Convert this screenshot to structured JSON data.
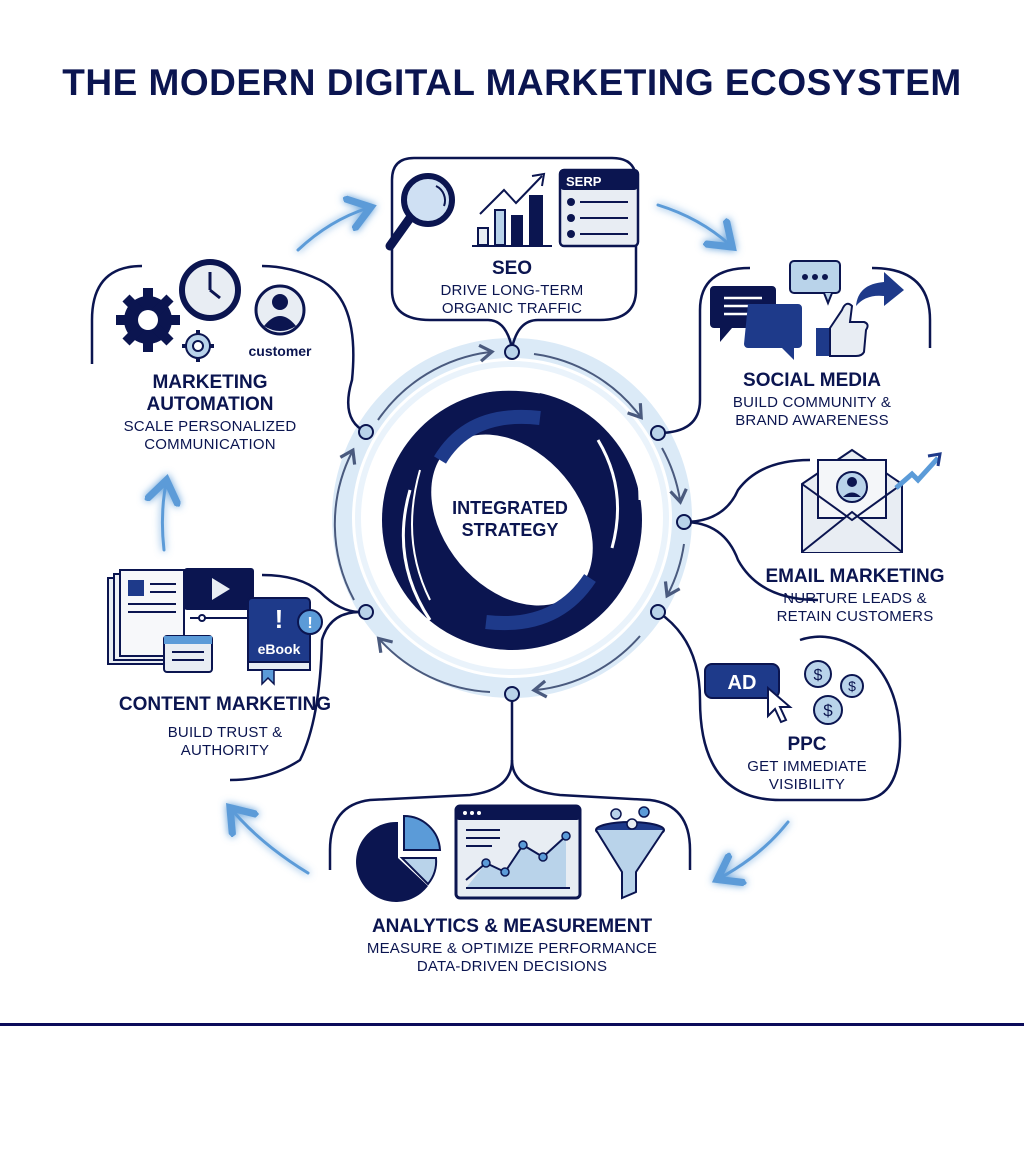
{
  "title": "THE MODERN DIGITAL MARKETING ECOSYSTEM",
  "center": {
    "line1": "INTEGRATED",
    "line2": "STRATEGY"
  },
  "colors": {
    "navy": "#0b1550",
    "mid_blue": "#1e3a8a",
    "light_blue": "#b9d3ea",
    "ring_glow": "#dbeaf7",
    "arrow_blue": "#5b9bd8",
    "icon_fill_light": "#e8edf3"
  },
  "nodes": [
    {
      "id": "seo",
      "title": "SEO",
      "subtitle_1": "DRIVE LONG-TERM",
      "subtitle_2": "ORGANIC TRAFFIC",
      "icons": [
        "magnifier-icon",
        "bar-chart-icon",
        "serp-icon"
      ],
      "icon_text": "SERP"
    },
    {
      "id": "social",
      "title": "SOCIAL MEDIA",
      "subtitle_1": "BUILD COMMUNITY &",
      "subtitle_2": "BRAND AWARENESS",
      "icons": [
        "chat-bubble-icon",
        "typing-bubble-icon",
        "thumbs-up-icon",
        "share-arrow-icon"
      ]
    },
    {
      "id": "email",
      "title": "EMAIL MARKETING",
      "subtitle_1": "NURTURE LEADS &",
      "subtitle_2": "RETAIN CUSTOMERS",
      "icons": [
        "envelope-icon",
        "trend-arrow-icon"
      ]
    },
    {
      "id": "ppc",
      "title": "PPC",
      "subtitle_1": "GET IMMEDIATE",
      "subtitle_2": "VISIBILITY",
      "icons": [
        "ad-button-icon",
        "cursor-icon",
        "dollar-coin-icon"
      ],
      "icon_text": "AD"
    },
    {
      "id": "analytics",
      "title": "ANALYTICS & MEASUREMENT",
      "subtitle_1": "MEASURE & OPTIMIZE PERFORMANCE",
      "subtitle_2": "DATA-DRIVEN DECISIONS",
      "icons": [
        "pie-chart-icon",
        "line-chart-window-icon",
        "funnel-icon"
      ]
    },
    {
      "id": "content",
      "title": "CONTENT MARKETING",
      "subtitle_1": "BUILD TRUST &",
      "subtitle_2": "AUTHORITY",
      "icons": [
        "document-icon",
        "video-icon",
        "ebook-icon",
        "alert-icon"
      ],
      "icon_text": "eBook"
    },
    {
      "id": "automation",
      "title": "MARKETING",
      "title_2": "AUTOMATION",
      "subtitle_1": "SCALE PERSONALIZED",
      "subtitle_2": "COMMUNICATION",
      "icons": [
        "gear-icon",
        "clock-icon",
        "customer-avatar-icon"
      ],
      "icon_text": "customer"
    }
  ]
}
